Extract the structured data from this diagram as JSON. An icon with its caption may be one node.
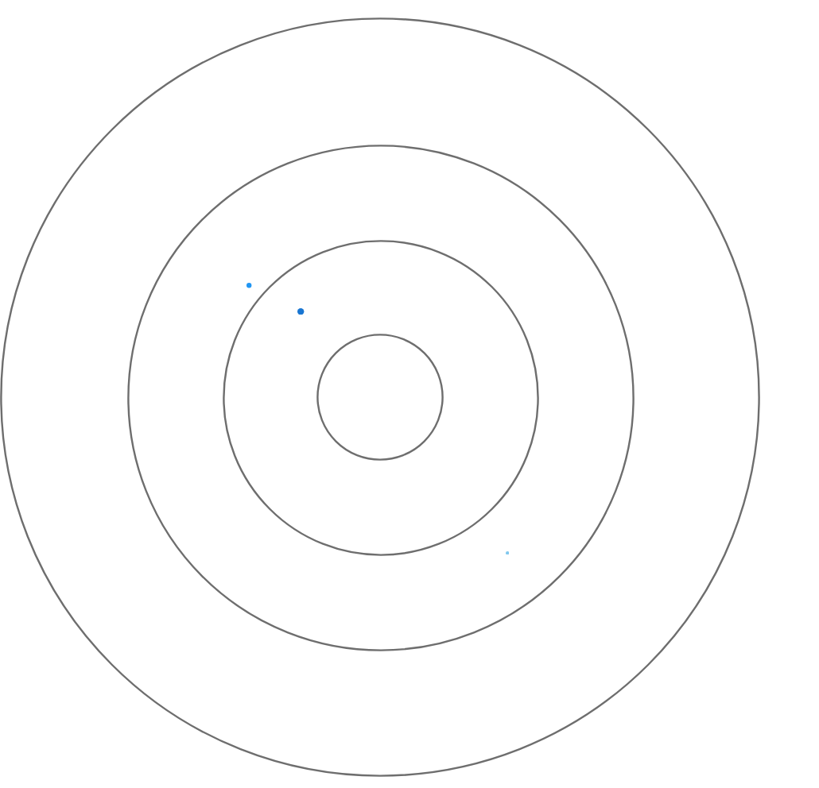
{
  "diagram": {
    "nodes": [
      {
        "text": [],
        "shape": "circle"
      },
      {
        "text": [],
        "shape": "circle",
        "in": 0
      },
      {
        "text": [],
        "shape": "circle",
        "in": 1
      },
      {
        "text": [],
        "shape": "circle",
        "in": 2
      },
      {
        "text": [],
        "shape": "dot",
        "in": 1
      },
      {
        "text": [],
        "shape": "dot",
        "in": 2
      },
      {
        "text": [],
        "shape": "dot",
        "in": 1
      }
    ]
  }
}
